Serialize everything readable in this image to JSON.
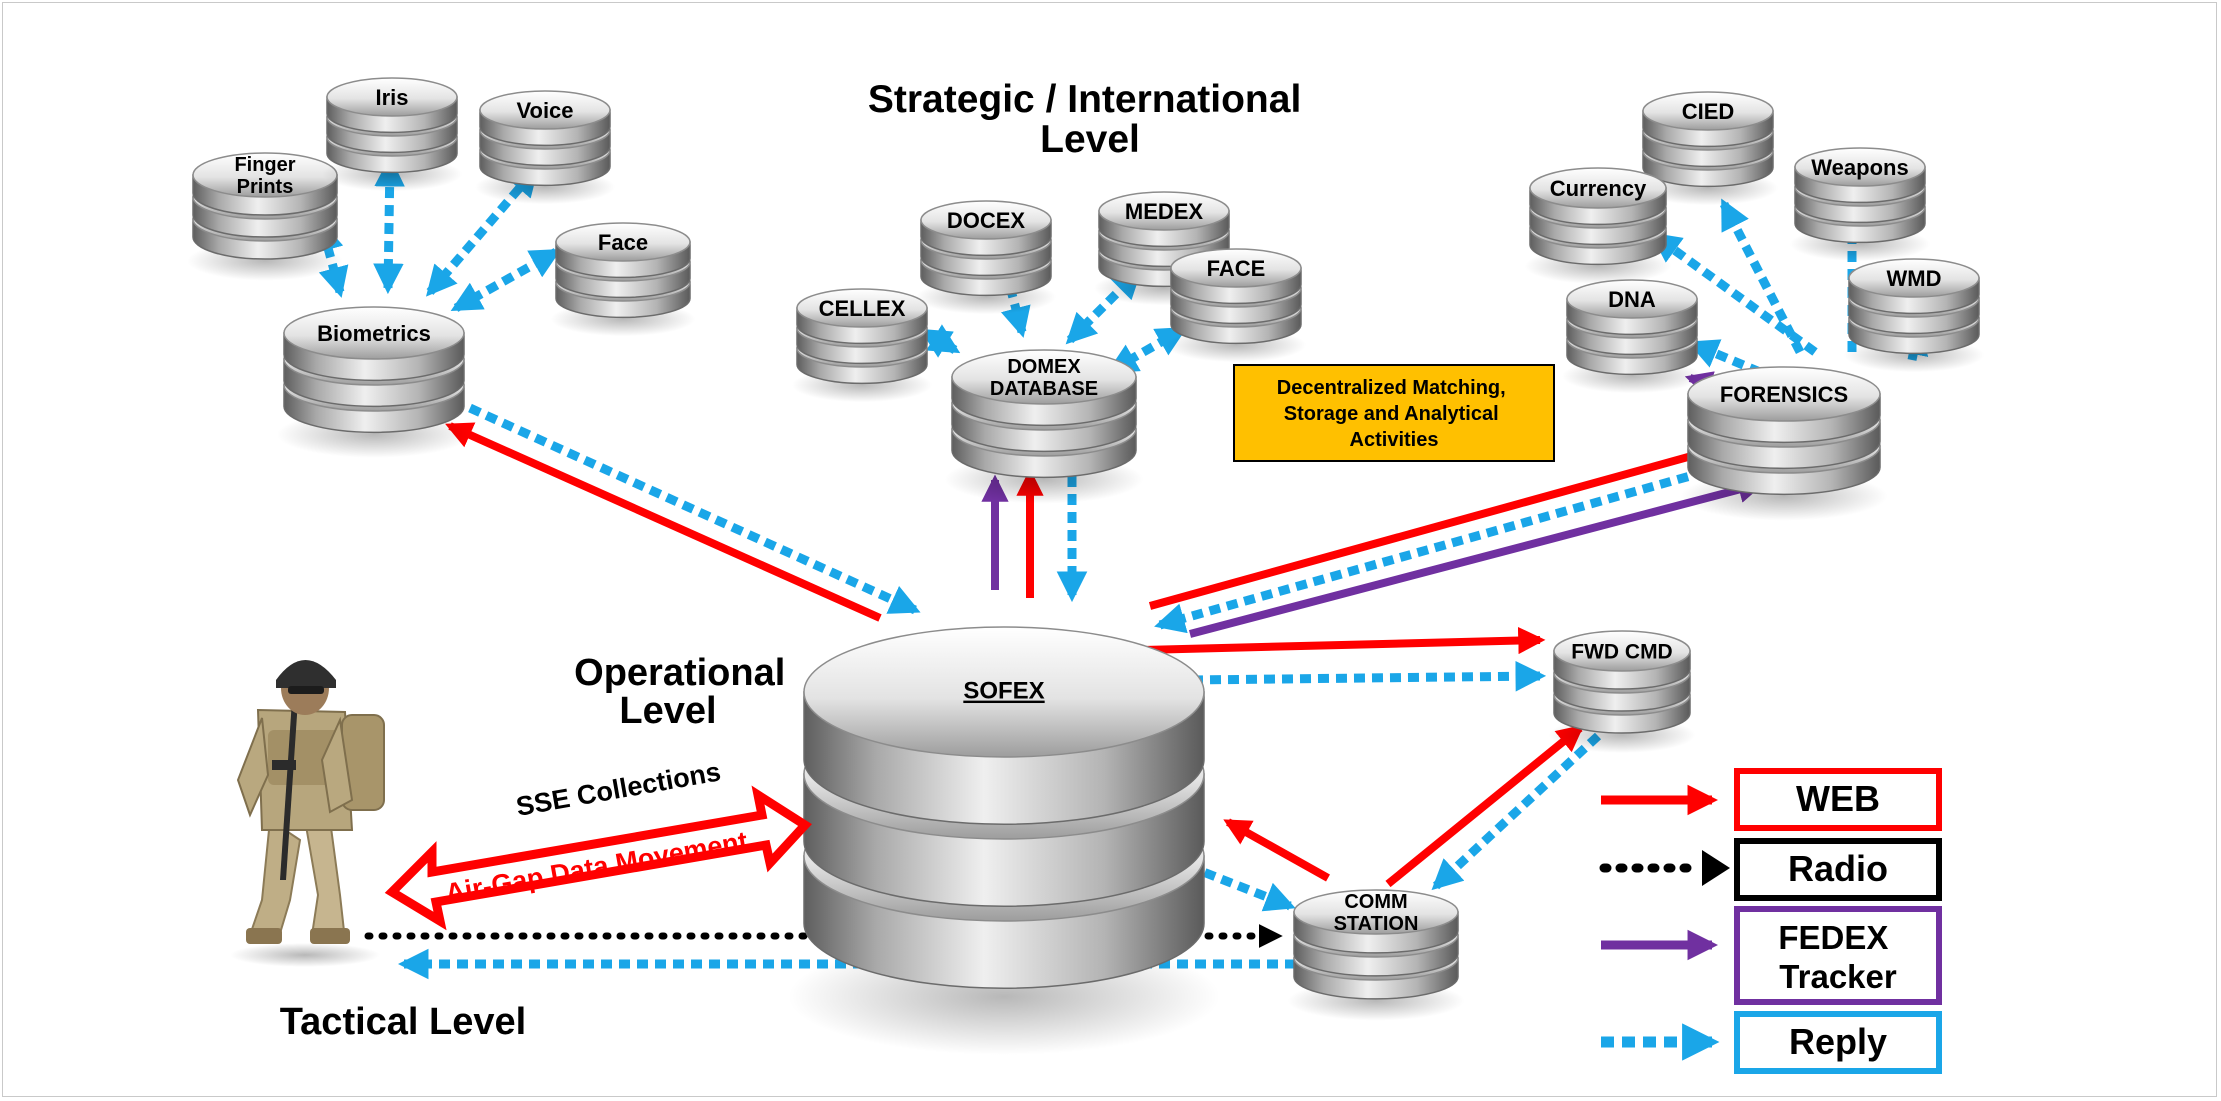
{
  "levels": {
    "strategic": [
      "Strategic / International",
      "Level"
    ],
    "operational": [
      "Operational",
      "Level"
    ],
    "tactical": "Tactical Level"
  },
  "databases": {
    "finger_prints": [
      "Finger",
      "Prints"
    ],
    "iris": "Iris",
    "voice": "Voice",
    "face_bio": "Face",
    "biometrics": "Biometrics",
    "docex": "DOCEX",
    "medex": "MEDEX",
    "cellex": "CELLEX",
    "face_domex": "FACE",
    "domex": [
      "DOMEX",
      "DATABASE"
    ],
    "cied": "CIED",
    "currency": "Currency",
    "weapons": "Weapons",
    "dna": "DNA",
    "wmd": "WMD",
    "forensics": "FORENSICS",
    "sofex": "SOFEX",
    "fwd_cmd": "FWD CMD",
    "comm_station": [
      "COMM",
      "STATION"
    ]
  },
  "callout": [
    "Decentralized Matching,",
    "Storage and Analytical",
    "Activities"
  ],
  "sse_collections": "SSE Collections",
  "air_gap": "Air-Gap Data Movement",
  "legend": {
    "web": "WEB",
    "radio": "Radio",
    "fedex": [
      "FEDEX",
      "Tracker"
    ],
    "reply": "Reply"
  },
  "colors": {
    "web": "#ff0000",
    "radio": "#000000",
    "fedex": "#7030a0",
    "reply": "#1aa6e8",
    "callout_fill": "#ffc000"
  }
}
